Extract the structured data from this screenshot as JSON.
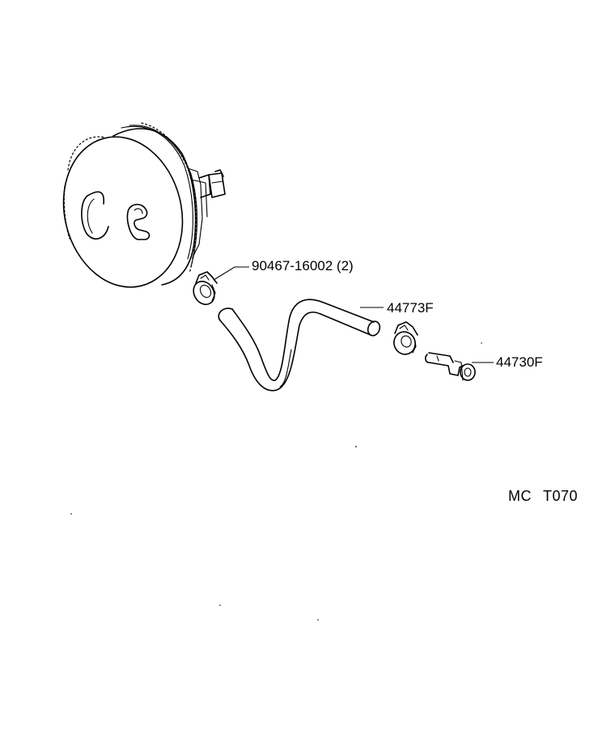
{
  "parts": {
    "clamp_label": "90467-16002 (2)",
    "hose_label": "44773F",
    "valve_label": "44730F"
  },
  "illustration_code": {
    "prefix": "MC",
    "number": "T070"
  }
}
